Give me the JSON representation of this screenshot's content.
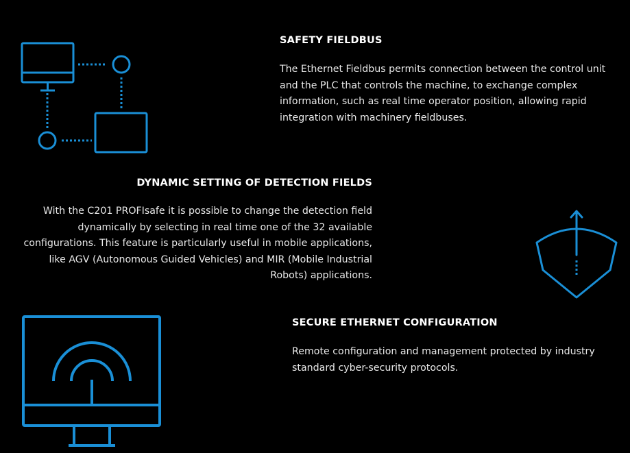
{
  "colors": {
    "background": "#000000",
    "accent": "#1a8fd6",
    "text": "#ffffff"
  },
  "sections": [
    {
      "id": "safety-fieldbus",
      "icon": "network-diagram-icon",
      "title": "SAFETY FIELDBUS",
      "body": "The Ethernet Fieldbus permits connection between the control unit and the PLC that controls the machine, to exchange complex information, such as real time operator position, allowing rapid integration with machinery fieldbuses."
    },
    {
      "id": "dynamic-detection",
      "icon": "detection-field-icon",
      "title": "DYNAMIC SETTING OF DETECTION FIELDS",
      "body": "With the C201 PROFIsafe it is possible to change the detection field dynamically by selecting in real time one of the 32 available configurations. This feature is particularly useful in mobile applications, like AGV (Autonomous Guided Vehicles) and MIR (Mobile Industrial Robots) applications."
    },
    {
      "id": "secure-ethernet",
      "icon": "monitor-signal-icon",
      "title": "SECURE ETHERNET CONFIGURATION",
      "body": "Remote configuration and management protected by industry standard cyber-security protocols."
    }
  ]
}
